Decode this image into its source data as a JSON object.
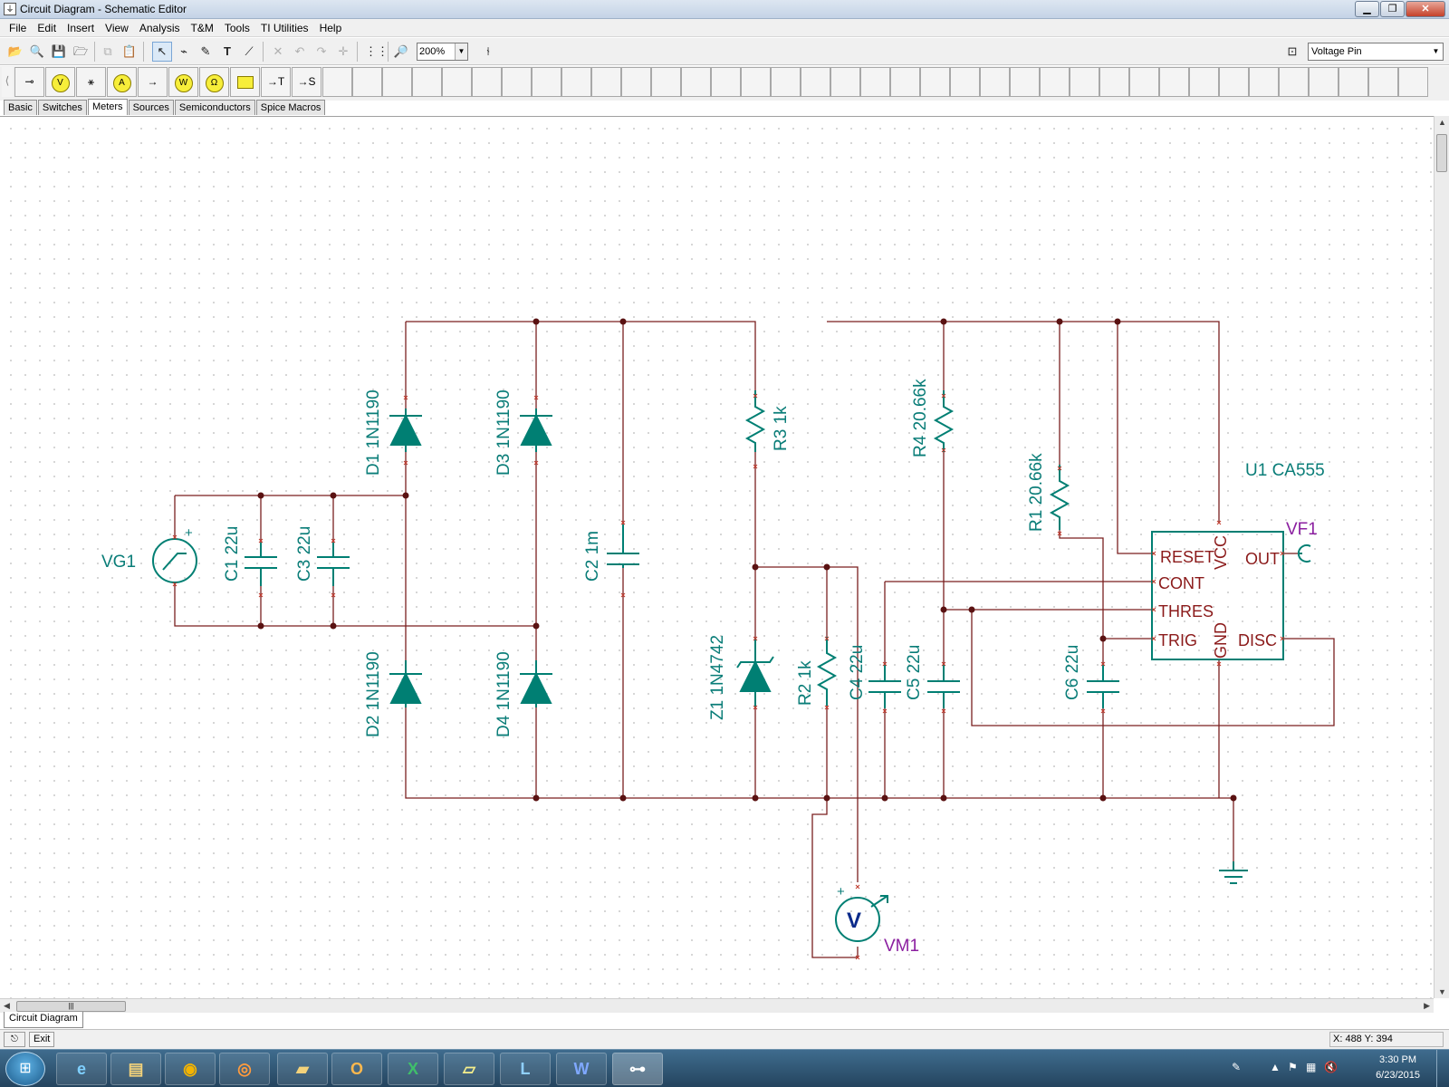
{
  "window": {
    "title": "Circuit Diagram - Schematic Editor",
    "app_icon": "circuit-icon",
    "controls": [
      "minimize",
      "restore",
      "close"
    ]
  },
  "menu": [
    "File",
    "Edit",
    "Insert",
    "View",
    "Analysis",
    "T&M",
    "Tools",
    "TI Utilities",
    "Help"
  ],
  "toolbar": {
    "zoom_value": "200%",
    "pin_selector_value": "Voltage Pin",
    "buttons": [
      "open-icon",
      "find-icon",
      "save-icon",
      "open-folder-icon",
      "copy-icon",
      "paste-icon",
      "select-arrow-icon",
      "wire-icon",
      "pencil-icon",
      "text-icon",
      "line-icon",
      "delete-icon",
      "undo-icon",
      "redo-icon",
      "add-icon",
      "grid-icon",
      "zoom-icon",
      "component-icon"
    ]
  },
  "palette": {
    "components": [
      "switch-icon",
      "voltmeter-icon",
      "current-probe-icon",
      "ammeter-icon",
      "voltage-pin-icon",
      "wattmeter-icon",
      "ohmmeter-icon",
      "speaker-icon",
      "transmitter-icon",
      "source-icon"
    ],
    "component_labels": [
      "V",
      "A",
      "W",
      "Ω",
      "→T",
      "→S"
    ],
    "tabs": [
      "Basic",
      "Switches",
      "Meters",
      "Sources",
      "Semiconductors",
      "Spice Macros"
    ],
    "active_tab": "Meters"
  },
  "schematic": {
    "wire_color": "#7a1f1f",
    "component_color": "#007f73",
    "label_color": "#0a7d78",
    "pin_text_color": "#8b1a1a",
    "probe_label_color": "#8b1fa0",
    "labels": {
      "D1": "D1 1N1190",
      "D2": "D2 1N1190",
      "D3": "D3 1N1190",
      "D4": "D4 1N1190",
      "C1": "C1 22u",
      "C2": "C2 1m",
      "C3": "C3 22u",
      "C4": "C4 22u",
      "C5": "C5 22u",
      "C6": "C6 22u",
      "R1": "R1 20.66k",
      "R2": "R2 1k",
      "R3": "R3 1k",
      "R4": "R4 20.66k",
      "Z1": "Z1 1N4742",
      "U1": "U1 CA555",
      "VG1": "VG1",
      "VM1": "VM1",
      "VF1": "VF1",
      "plus_vg1": "+",
      "plus_vm1": "+",
      "vm_letter": "V"
    },
    "ic_pins": {
      "reset": "RESET",
      "vcc": "VCC",
      "out": "OUT",
      "cont": "CONT",
      "thres": "THRES",
      "trig": "TRIG",
      "gnd": "GND",
      "disc": "DISC"
    }
  },
  "document_tab": "Circuit Diagram",
  "status": {
    "exit_label": "Exit",
    "coordinates": "X: 488  Y: 394"
  },
  "taskbar": {
    "apps": [
      "internet-explorer-icon",
      "file-explorer-icon",
      "chrome-icon",
      "firefox-icon",
      "folder-icon",
      "outlook-icon",
      "excel-icon",
      "sticky-notes-icon",
      "lync-icon",
      "word-icon",
      "tina-icon"
    ],
    "time": "3:30 PM",
    "date": "6/23/2015"
  }
}
